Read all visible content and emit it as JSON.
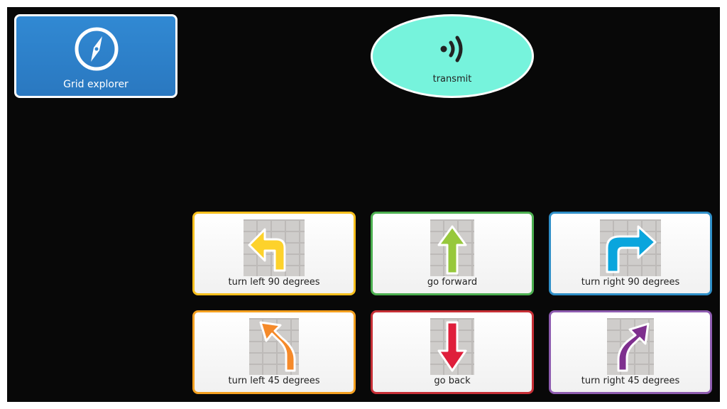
{
  "grid_explorer": {
    "label": "Grid explorer",
    "icon": "compass-icon",
    "color": "#2f86d0"
  },
  "transmit": {
    "label": "transmit",
    "icon": "signal-icon",
    "color": "#76f3dc"
  },
  "commands": [
    {
      "label": "turn left 90 degrees",
      "icon": "arrow-turn-left-90-icon",
      "border": "#f7bf1d",
      "arrow": "#fdd22b"
    },
    {
      "label": "go forward",
      "icon": "arrow-up-icon",
      "border": "#4caf50",
      "arrow": "#97c83c"
    },
    {
      "label": "turn right 90 degrees",
      "icon": "arrow-turn-right-90-icon",
      "border": "#2f8fc8",
      "arrow": "#0aa5dd"
    },
    {
      "label": "turn left 45 degrees",
      "icon": "arrow-turn-left-45-icon",
      "border": "#f4a020",
      "arrow": "#f58a2a"
    },
    {
      "label": "go back",
      "icon": "arrow-down-icon",
      "border": "#c62f36",
      "arrow": "#df1e3b"
    },
    {
      "label": "turn right 45 degrees",
      "icon": "arrow-turn-right-45-icon",
      "border": "#8e5cb0",
      "arrow": "#7e2f8e"
    }
  ]
}
